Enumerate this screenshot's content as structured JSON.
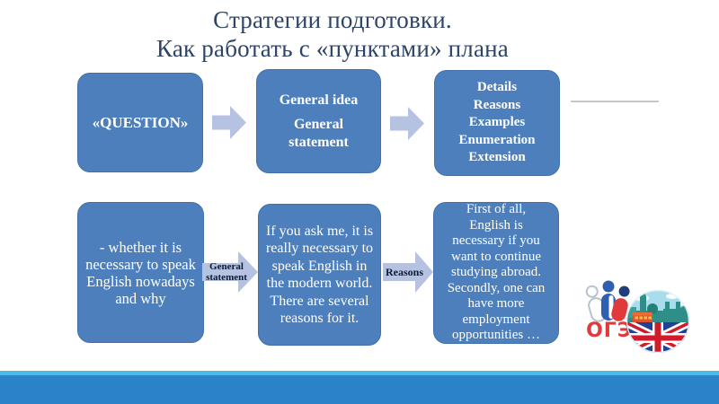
{
  "slide": {
    "title_line1": "Стратегии подготовки.",
    "title_line2": "Как работать с «пунктами» плана"
  },
  "top_row": {
    "box1_text": "«QUESTION»",
    "box2_para1": "General idea",
    "box2_para2": "General statement",
    "box3_lines": [
      "Details",
      "Reasons",
      "Examples",
      "Enumeration",
      "Extension"
    ]
  },
  "bottom_row": {
    "box1_lines": [
      "- whether it is",
      "necessary to speak",
      "English nowadays",
      "and why"
    ],
    "arrow1_label_line1": "General",
    "arrow1_label_line2": "statement",
    "box2_lines": [
      "If you ask me, it is",
      "really necessary to",
      "speak English in",
      "the modern world.",
      "There are several",
      "reasons for it."
    ],
    "arrow2_label": "Reasons",
    "box3_lines": [
      "First of all,",
      "English is",
      "necessary if you",
      "want to continue",
      "studying abroad.",
      "Secondly, one can",
      "have more",
      "employment",
      "opportunities …"
    ]
  },
  "logo": {
    "oge_text": "ОГЭ"
  },
  "colors": {
    "title_color": "#2e4467",
    "box_fill": "#4d7fbd",
    "box_border": "#4270a8",
    "arrow_fill": "#b6c2e1",
    "label_color": "#0d1b33",
    "bar_cyan": "#49bde6",
    "bar_blue": "#2a83c6",
    "oge_red": "#e03a3c"
  }
}
